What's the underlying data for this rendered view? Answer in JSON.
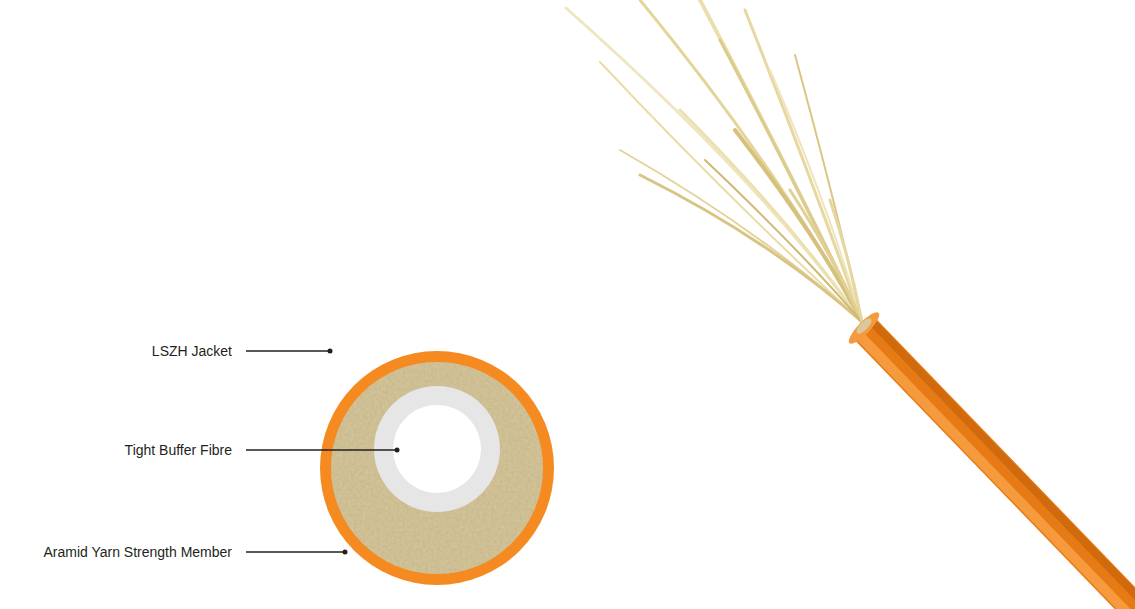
{
  "diagram": {
    "labels": [
      "LSZH Jacket",
      "Tight Buffer Fibre",
      "Aramid Yarn Strength Member"
    ]
  }
}
